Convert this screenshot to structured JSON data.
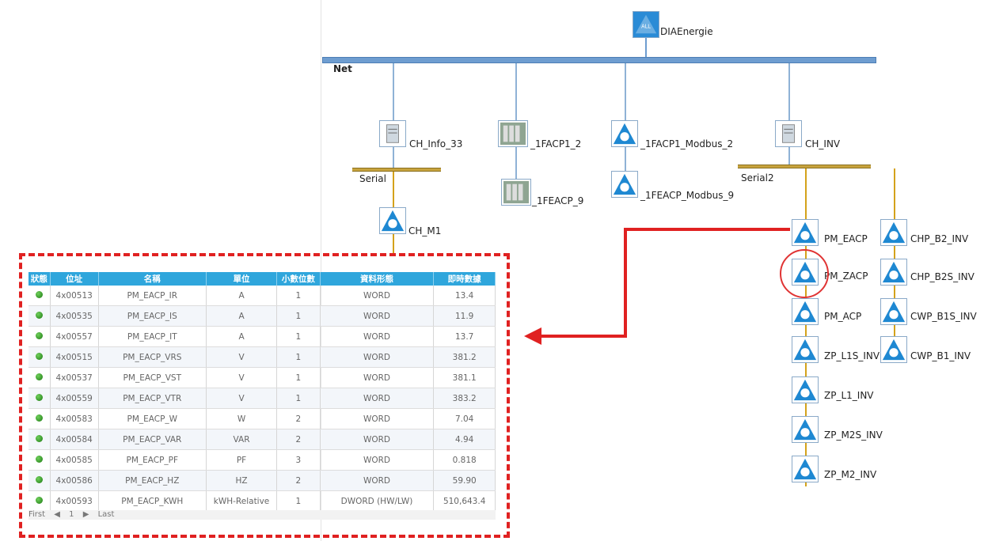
{
  "topology": {
    "root": "DIAEnergie",
    "net_label": "Net",
    "channels": [
      "CH_Info_33",
      "_1FACP1_2",
      "_1FACP1_Modbus_2",
      "CH_INV"
    ],
    "sub_devices": [
      "_1FEACP_9",
      "_1FEACP_Modbus_9"
    ],
    "serial_labels": [
      "Serial",
      "Serial2"
    ],
    "serial_device": "CH_M1",
    "inv_left": [
      "PM_EACP",
      "PM_ZACP",
      "PM_ACP",
      "ZP_L1S_INV",
      "ZP_L1_INV",
      "ZP_M2S_INV",
      "ZP_M2_INV"
    ],
    "inv_right": [
      "CHP_B2_INV",
      "CHP_B2S_INV",
      "CWP_B1S_INV",
      "CWP_B1_INV"
    ]
  },
  "table": {
    "columns": [
      "狀態",
      "位址",
      "名稱",
      "單位",
      "小數位數",
      "資料形態",
      "即時數據"
    ],
    "rows": [
      {
        "addr": "4x00513",
        "name": "PM_EACP_IR",
        "unit": "A",
        "dec": "1",
        "type": "WORD",
        "val": "13.4"
      },
      {
        "addr": "4x00535",
        "name": "PM_EACP_IS",
        "unit": "A",
        "dec": "1",
        "type": "WORD",
        "val": "11.9"
      },
      {
        "addr": "4x00557",
        "name": "PM_EACP_IT",
        "unit": "A",
        "dec": "1",
        "type": "WORD",
        "val": "13.7"
      },
      {
        "addr": "4x00515",
        "name": "PM_EACP_VRS",
        "unit": "V",
        "dec": "1",
        "type": "WORD",
        "val": "381.2"
      },
      {
        "addr": "4x00537",
        "name": "PM_EACP_VST",
        "unit": "V",
        "dec": "1",
        "type": "WORD",
        "val": "381.1"
      },
      {
        "addr": "4x00559",
        "name": "PM_EACP_VTR",
        "unit": "V",
        "dec": "1",
        "type": "WORD",
        "val": "383.2"
      },
      {
        "addr": "4x00583",
        "name": "PM_EACP_W",
        "unit": "W",
        "dec": "2",
        "type": "WORD",
        "val": "7.04"
      },
      {
        "addr": "4x00584",
        "name": "PM_EACP_VAR",
        "unit": "VAR",
        "dec": "2",
        "type": "WORD",
        "val": "4.94"
      },
      {
        "addr": "4x00585",
        "name": "PM_EACP_PF",
        "unit": "PF",
        "dec": "3",
        "type": "WORD",
        "val": "0.818"
      },
      {
        "addr": "4x00586",
        "name": "PM_EACP_HZ",
        "unit": "HZ",
        "dec": "2",
        "type": "WORD",
        "val": "59.90"
      },
      {
        "addr": "4x00593",
        "name": "PM_EACP_KWH",
        "unit": "kWH-Relative",
        "dec": "1",
        "type": "DWORD (HW/LW)",
        "val": "510,643.4"
      }
    ]
  },
  "pager": {
    "first": "First",
    "page": "1",
    "last": "Last"
  },
  "colors": {
    "header_blue": "#2fa6dc",
    "accent_red": "#e02121",
    "status_green": "#2e9a1f",
    "bus_blue": "#6e9dd0",
    "bus_gold": "#c7a33e"
  }
}
